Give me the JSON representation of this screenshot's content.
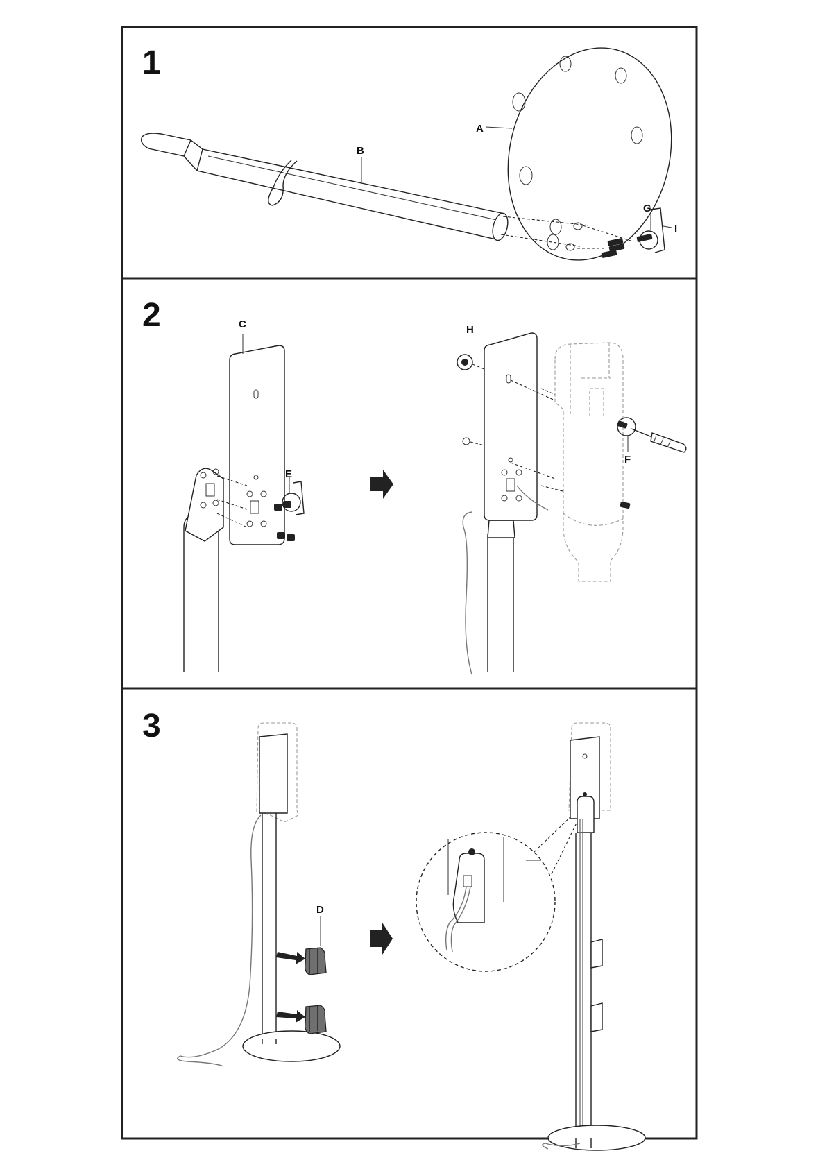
{
  "steps": [
    {
      "number": "1",
      "labels": {
        "a": "A",
        "b": "B",
        "g": "G",
        "i": "I"
      }
    },
    {
      "number": "2",
      "labels": {
        "c": "C",
        "e": "E",
        "h": "H",
        "f": "F"
      }
    },
    {
      "number": "3",
      "labels": {
        "d": "D"
      }
    }
  ],
  "icons": {
    "arrow": "right-arrow-icon"
  },
  "colors": {
    "line": "#222222",
    "ghost": "#9a9a9a",
    "background": "#ffffff"
  }
}
